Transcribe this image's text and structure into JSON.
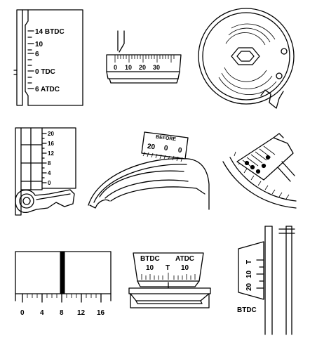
{
  "diagram_1": {
    "marks": [
      "14 BTDC",
      "10",
      "6",
      "0 TDC",
      "6 ATDC"
    ]
  },
  "diagram_2": {
    "marks": [
      "0",
      "10",
      "20",
      "30"
    ]
  },
  "diagram_4": {
    "marks": [
      "20",
      "16",
      "12",
      "8",
      "4",
      "0"
    ]
  },
  "diagram_5": {
    "header": "BEFORE",
    "marks": [
      "20",
      "0",
      "0"
    ]
  },
  "diagram_7": {
    "marks": [
      "0",
      "4",
      "8",
      "12",
      "16"
    ]
  },
  "diagram_8": {
    "btdc": "BTDC",
    "atdc": "ATDC",
    "left_value": "10",
    "right_value": "10",
    "t_mark": "T"
  },
  "diagram_9": {
    "marks": [
      "20",
      "10",
      "T"
    ],
    "caption": "BTDC"
  }
}
